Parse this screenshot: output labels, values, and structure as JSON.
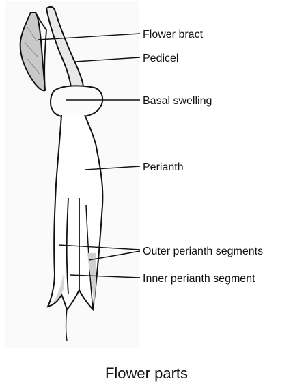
{
  "diagram": {
    "labels": {
      "flower_bract": "Flower bract",
      "pedicel": "Pedicel",
      "basal_swelling": "Basal swelling",
      "perianth": "Perianth",
      "outer_perianth_segments": "Outer perianth segments",
      "inner_perianth_segment": "Inner perianth segment"
    },
    "caption": "Flower parts"
  },
  "colors": {
    "ink": "#111111",
    "shading": "#bdbdbd",
    "background": "#ffffff"
  }
}
